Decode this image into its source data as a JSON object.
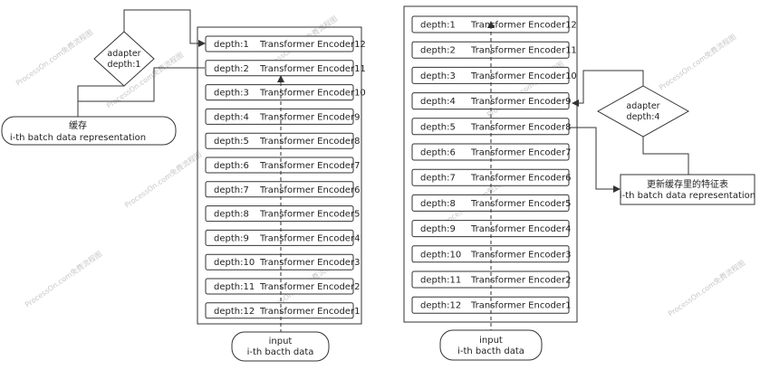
{
  "watermark": "ProcessOn.com免费流程图",
  "left": {
    "layers": [
      {
        "depth": "depth:1",
        "name": "Transformer Encoder12"
      },
      {
        "depth": "depth:2",
        "name": "Transformer Encoder11"
      },
      {
        "depth": "depth:3",
        "name": "Transformer Encoder10"
      },
      {
        "depth": "depth:4",
        "name": "Transformer Encoder9"
      },
      {
        "depth": "depth:5",
        "name": "Transformer Encoder8"
      },
      {
        "depth": "depth:6",
        "name": "Transformer Encoder7"
      },
      {
        "depth": "depth:7",
        "name": "Transformer Encoder6"
      },
      {
        "depth": "depth:8",
        "name": "Transformer Encoder5"
      },
      {
        "depth": "depth:9",
        "name": "Transformer Encoder4"
      },
      {
        "depth": "depth:10",
        "name": "Transformer Encoder3"
      },
      {
        "depth": "depth:11",
        "name": "Transformer Encoder2"
      },
      {
        "depth": "depth:12",
        "name": "Transformer Encoder1"
      }
    ],
    "adapter": {
      "line1": "adapter",
      "line2": "depth:1"
    },
    "cache": {
      "line1": "缓存",
      "line2": "i-th batch data representation"
    },
    "input": {
      "line1": "input",
      "line2": "i-th bacth data"
    }
  },
  "right": {
    "layers": [
      {
        "depth": "depth:1",
        "name": "Transformer Encoder12"
      },
      {
        "depth": "depth:2",
        "name": "Transformer Encoder11"
      },
      {
        "depth": "depth:3",
        "name": "Transformer Encoder10"
      },
      {
        "depth": "depth:4",
        "name": "Transformer Encoder9"
      },
      {
        "depth": "depth:5",
        "name": "Transformer Encoder8"
      },
      {
        "depth": "depth:6",
        "name": "Transformer Encoder7"
      },
      {
        "depth": "depth:7",
        "name": "Transformer Encoder6"
      },
      {
        "depth": "depth:8",
        "name": "Transformer Encoder5"
      },
      {
        "depth": "depth:9",
        "name": "Transformer Encoder4"
      },
      {
        "depth": "depth:10",
        "name": "Transformer Encoder3"
      },
      {
        "depth": "depth:11",
        "name": "Transformer Encoder2"
      },
      {
        "depth": "depth:12",
        "name": "Transformer Encoder1"
      }
    ],
    "adapter": {
      "line1": "adapter",
      "line2": "depth:4"
    },
    "update": {
      "line1": "更新缓存里的特征表",
      "line2": "i-th batch data representation"
    },
    "input": {
      "line1": "input",
      "line2": "i-th bacth data"
    }
  }
}
